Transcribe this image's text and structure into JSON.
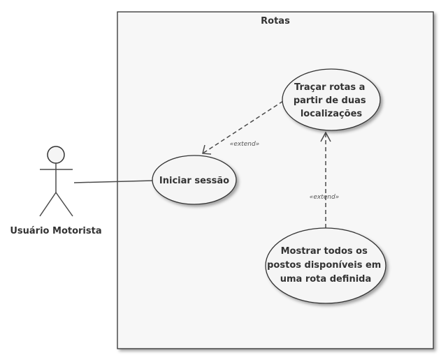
{
  "system": {
    "title": "Rotas"
  },
  "actor": {
    "name": "Usuário Motorista"
  },
  "use_cases": {
    "iniciar": {
      "lines": [
        "Iniciar sessão"
      ]
    },
    "tracar": {
      "lines": [
        "Traçar rotas a",
        "partir de duas",
        "localizações"
      ]
    },
    "mostrar": {
      "lines": [
        "Mostrar todos os",
        "postos disponíveis em",
        "uma rota definida"
      ]
    }
  },
  "relations": {
    "extend_tracar_iniciar": "«extend»",
    "extend_mostrar_tracar": "«extend»"
  },
  "colors": {
    "ellipse_fill": "#f5f5f5",
    "stroke": "#333333"
  }
}
